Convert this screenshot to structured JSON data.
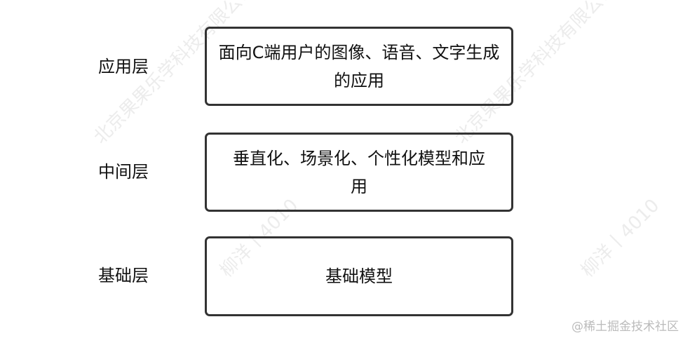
{
  "layers": [
    {
      "label": "应用层",
      "content": "面向C端用户的图像、语音、文字生成的应用"
    },
    {
      "label": "中间层",
      "content": "垂直化、场景化、个性化模型和应用"
    },
    {
      "label": "基础层",
      "content": "基础模型"
    }
  ],
  "watermarks": {
    "company": "北京果果乐学科技有限公司",
    "author": "柳洋丨4010"
  },
  "credit": "@稀土掘金技术社区"
}
